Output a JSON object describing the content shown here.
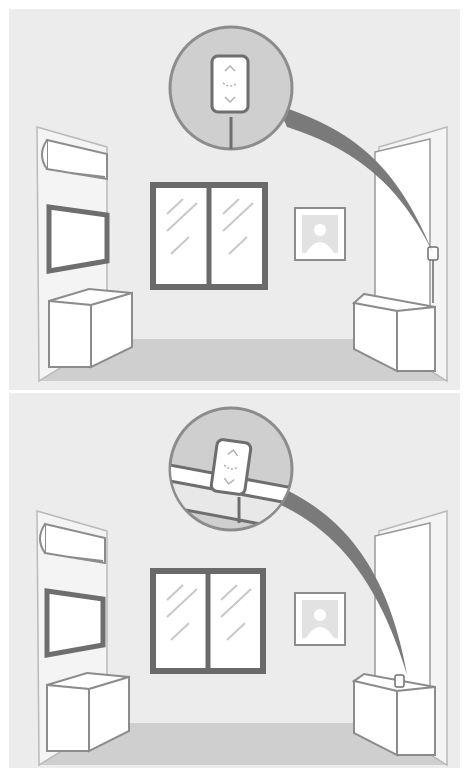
{
  "figure": {
    "panels": [
      {
        "placement": "wall-mounted",
        "device_icon": "remote-sensor-icon",
        "callout": "magnifier-callout"
      },
      {
        "placement": "on-top-of-cabinet",
        "device_icon": "remote-sensor-icon",
        "callout": "magnifier-callout"
      }
    ],
    "colors": {
      "panel_bg": "#ececec",
      "wall_left": "#f4f4f4",
      "floor": "#cfcfcf",
      "outline": "#8c8c8c",
      "dark": "#6e6e6e",
      "window_frame": "#6a6a6a",
      "callout_fill": "#cfcfcf"
    }
  }
}
